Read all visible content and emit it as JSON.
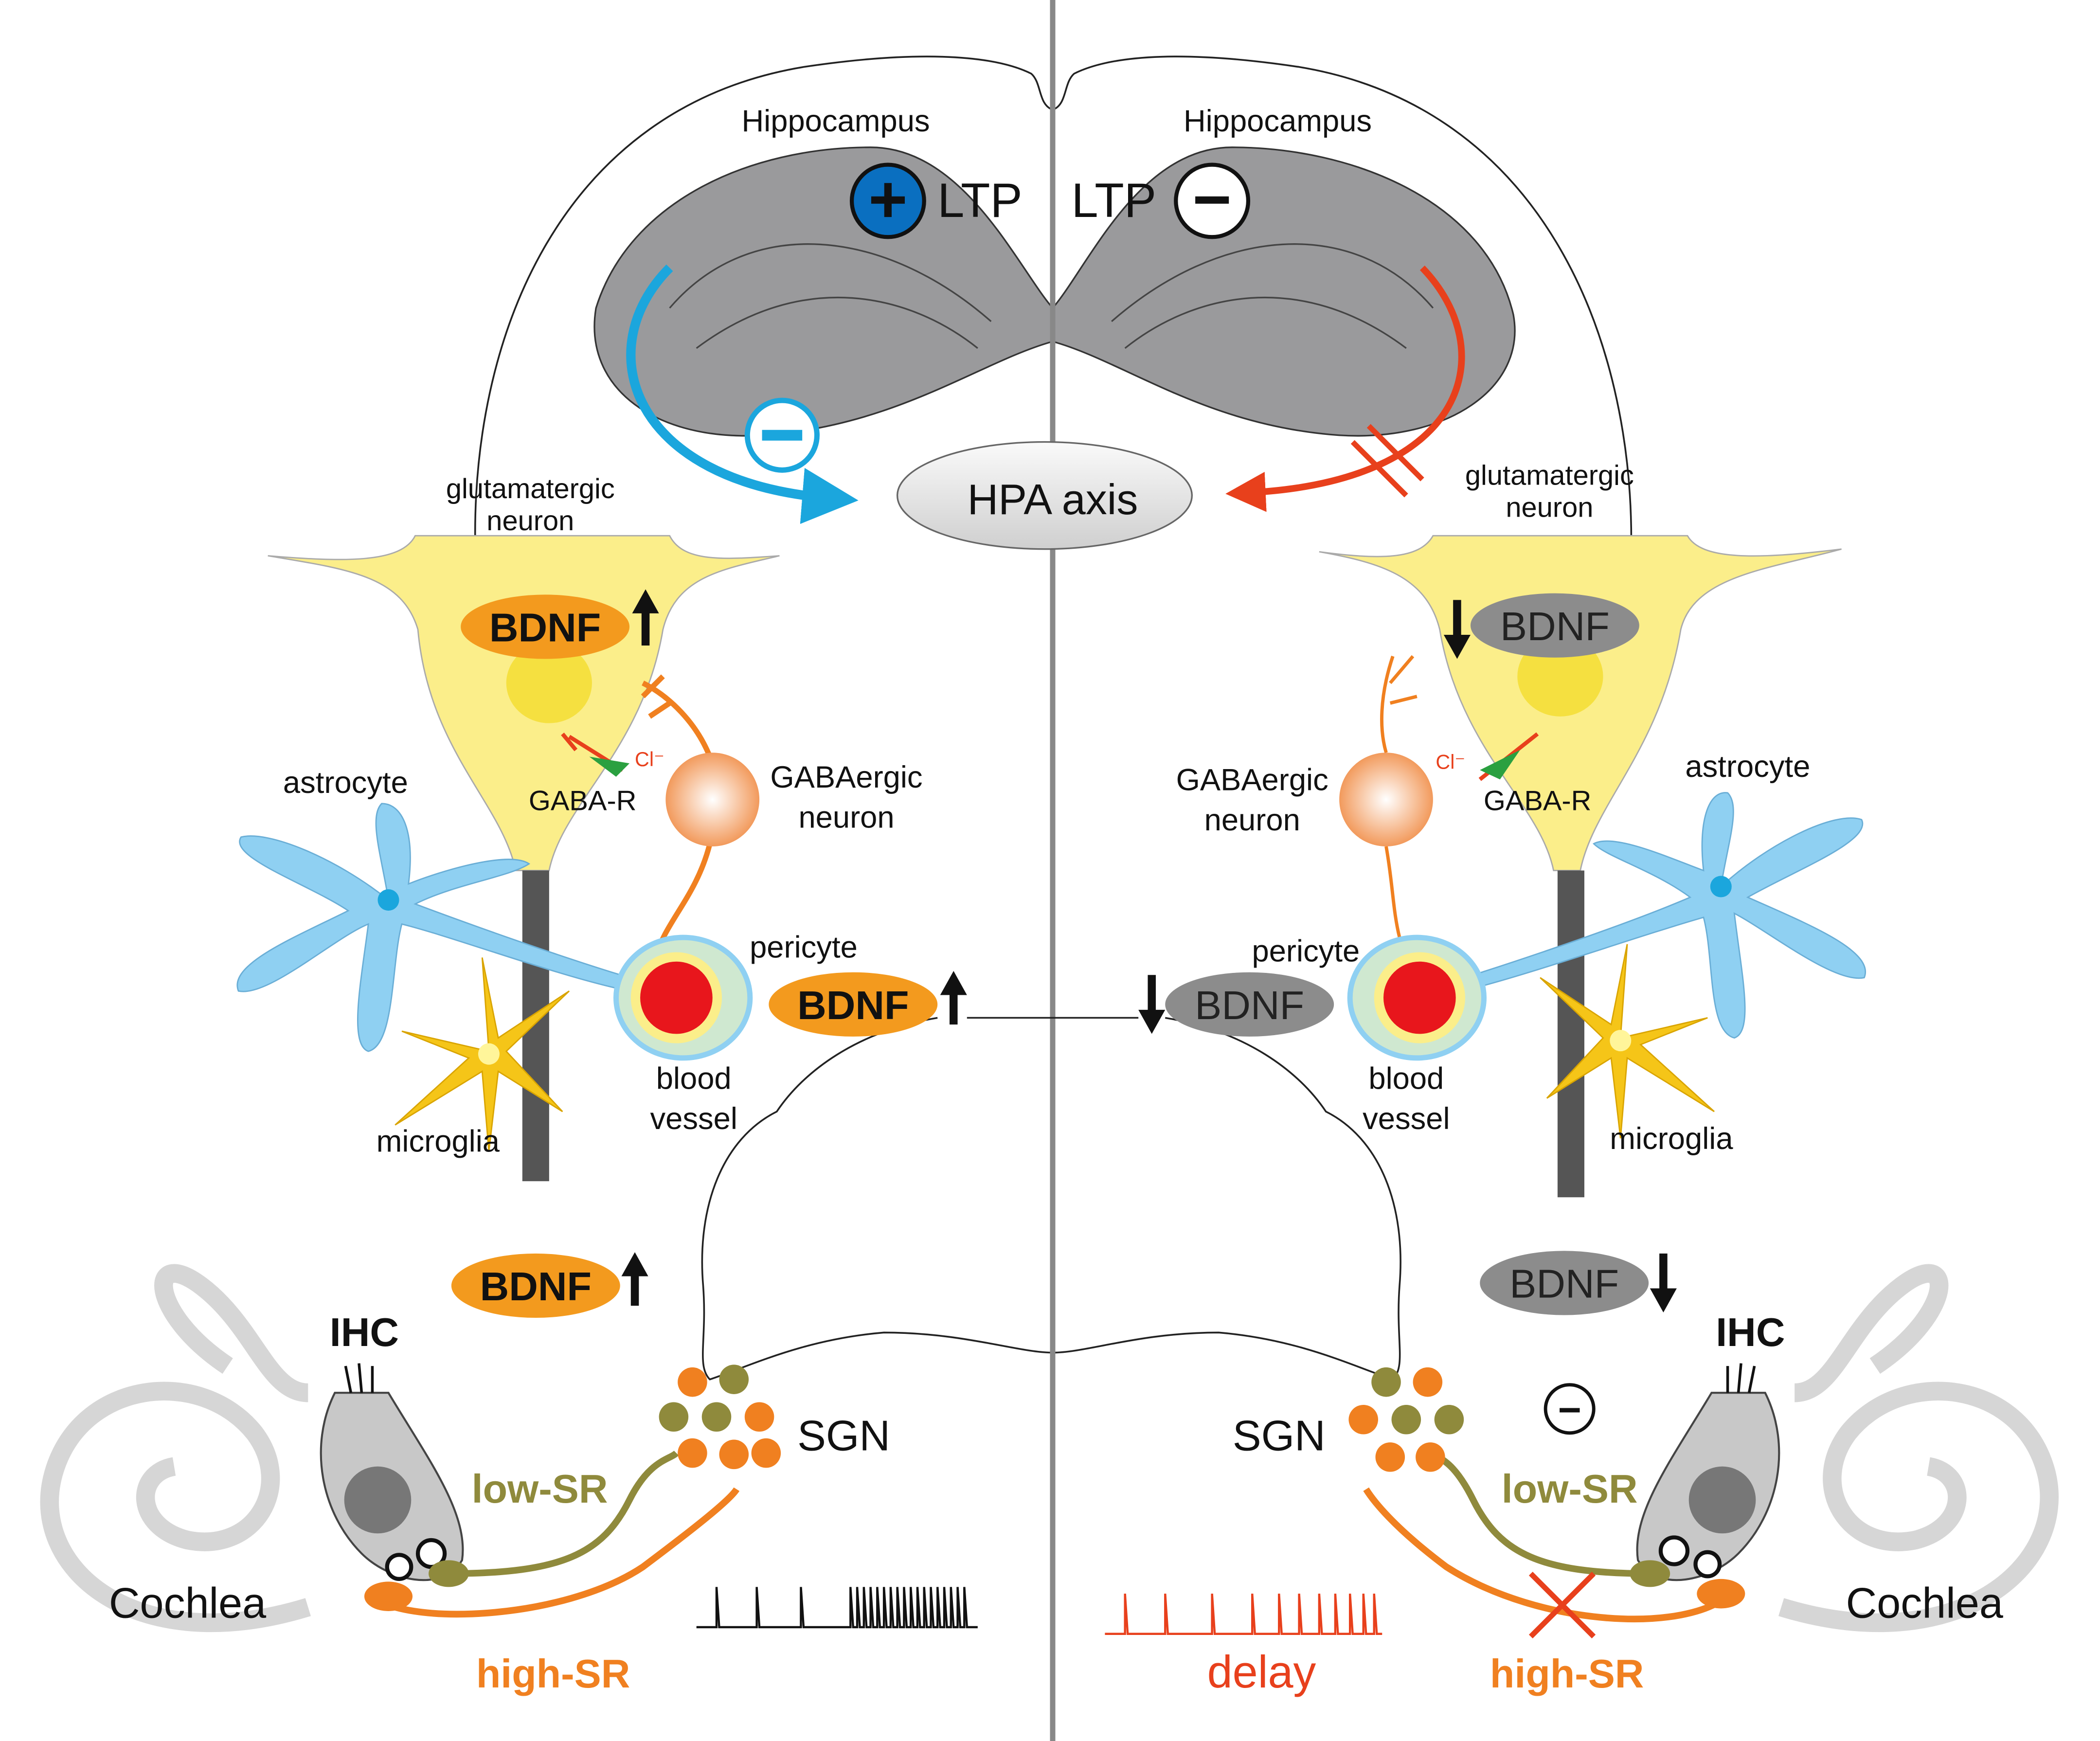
{
  "title": "BDNF, hippocampus, HPA axis and cochlear synapse diagram",
  "left": {
    "hippocampus": "Hippocampus",
    "ltp": "LTP",
    "ltp_sign": "+",
    "hpa_sign": "−",
    "glutamatergic": [
      "glutamatergic",
      "neuron"
    ],
    "bdnf_neuron": "BDNF",
    "gaba_r": "GABA-R",
    "cl": "Cl⁻",
    "gabaergic": [
      "GABAergic",
      "neuron"
    ],
    "astrocyte": "astrocyte",
    "pericyte": "pericyte",
    "bdnf_vessel": "BDNF",
    "blood_vessel": [
      "blood",
      "vessel"
    ],
    "microglia": "microglia",
    "bdnf_cochlear": "BDNF",
    "ihc": "IHC",
    "sgn": "SGN",
    "low_sr": "low-SR",
    "high_sr": "high-SR",
    "cochlea": "Cochlea"
  },
  "center": {
    "hpa": "HPA axis"
  },
  "right": {
    "hippocampus": "Hippocampus",
    "ltp": "LTP",
    "ltp_sign": "−",
    "glutamatergic": [
      "glutamatergic",
      "neuron"
    ],
    "bdnf_neuron": "BDNF",
    "gaba_r": "GABA-R",
    "cl": "Cl⁻",
    "gabaergic": [
      "GABAergic",
      "neuron"
    ],
    "astrocyte": "astrocyte",
    "pericyte": "pericyte",
    "bdnf_vessel": "BDNF",
    "blood_vessel": [
      "blood",
      "vessel"
    ],
    "microglia": "microglia",
    "bdnf_cochlear": "BDNF",
    "ihc": "IHC",
    "sgn": "SGN",
    "low_sr": "low-SR",
    "high_sr": "high-SR",
    "cochlea": "Cochlea",
    "delay": "delay",
    "sgn_sign": "−"
  },
  "colors": {
    "bdnf_up": "#f39a1e",
    "bdnf_down": "#8c8c8c",
    "blue": "#1ba6dd",
    "red": "#e8401c",
    "olive": "#8f8a3c",
    "orange": "#f08020",
    "neuron": "#fbee8a",
    "astro": "#8fd0f2"
  }
}
